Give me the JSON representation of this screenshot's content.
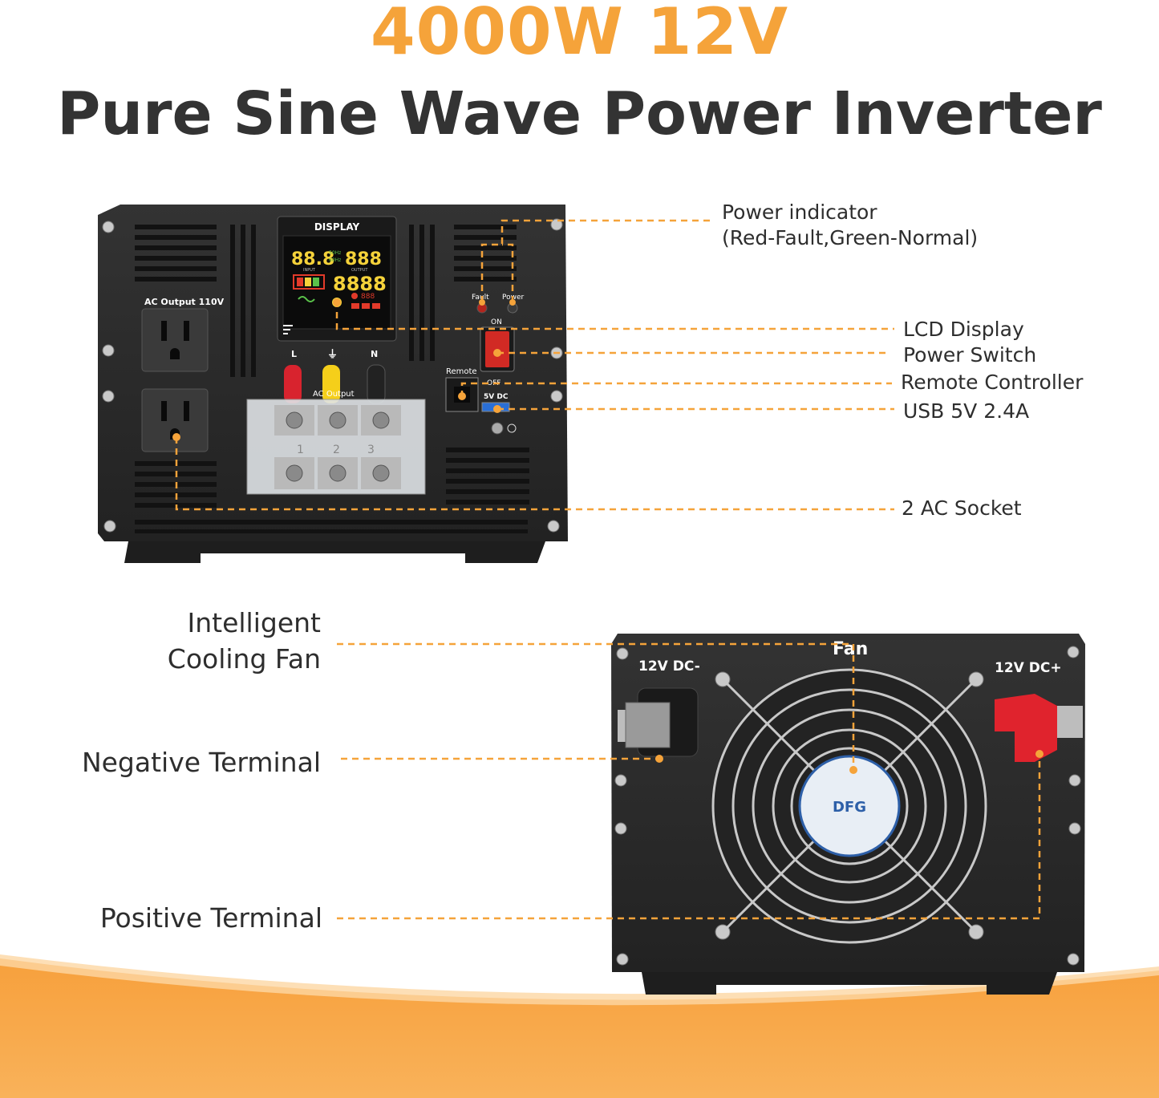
{
  "header": {
    "headline": "4000W 12V",
    "subheadline": "Pure Sine Wave Power Inverter"
  },
  "front_panel": {
    "ac_output_label": "AC Output 110V",
    "display_label": "DISPLAY",
    "lcd_readouts": {
      "input_v": "88.8",
      "output_v": "888",
      "watts": "8888",
      "freq_top": "50Hz",
      "freq_bottom": "60Hz",
      "input_small": "INPUT",
      "output_small": "OUTPUT",
      "temp": "888"
    },
    "terminal_letters": {
      "l": "L",
      "n": "N",
      "ground": "⏚"
    },
    "ac_output_terminal": "AC Output",
    "terminal_numbers": [
      "1",
      "2",
      "3"
    ],
    "fault_label": "Fault",
    "power_label": "Power",
    "on_label": "ON",
    "off_label": "OFF",
    "remote_label": "Remote",
    "usb_label": "5V DC"
  },
  "rear_panel": {
    "fan_label": "Fan",
    "dc_negative_label": "12V DC-",
    "dc_positive_label": "12V DC+",
    "fan_brand": "DFG"
  },
  "callouts": {
    "power_indicator": "Power indicator",
    "power_indicator_note": "(Red-Fault,Green-Normal)",
    "lcd_display": "LCD Display",
    "power_switch": "Power Switch",
    "remote_controller": "Remote Controller",
    "usb": "USB 5V 2.4A",
    "ac_socket": "2 AC Socket",
    "cooling_fan_line1": "Intelligent",
    "cooling_fan_line2": "Cooling Fan",
    "negative_terminal": "Negative Terminal",
    "positive_terminal": "Positive Terminal"
  },
  "colors": {
    "accent_orange": "#f5a33a",
    "title_dark": "#333333",
    "device_body": "#2a2a2a",
    "wave_orange": "#f7a03c"
  }
}
